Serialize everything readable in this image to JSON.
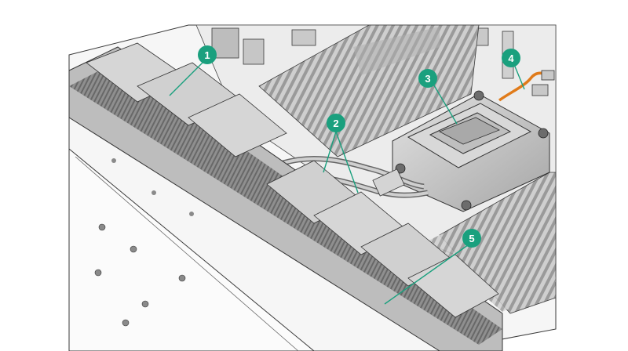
{
  "diagram": {
    "colors": {
      "callout_fill": "#1aa07e",
      "callout_text": "#ffffff",
      "leader": "#1aa07e",
      "line": "#3a3a3a",
      "metal_light": "#d9d9d9",
      "metal_mid": "#b8b8b8",
      "metal_dark": "#8e8e8e",
      "cable_orange": "#e07b1a"
    },
    "callouts": [
      {
        "id": "1",
        "label": "1"
      },
      {
        "id": "2",
        "label": "2"
      },
      {
        "id": "3",
        "label": "3"
      },
      {
        "id": "4",
        "label": "4"
      },
      {
        "id": "5",
        "label": "5"
      }
    ]
  }
}
